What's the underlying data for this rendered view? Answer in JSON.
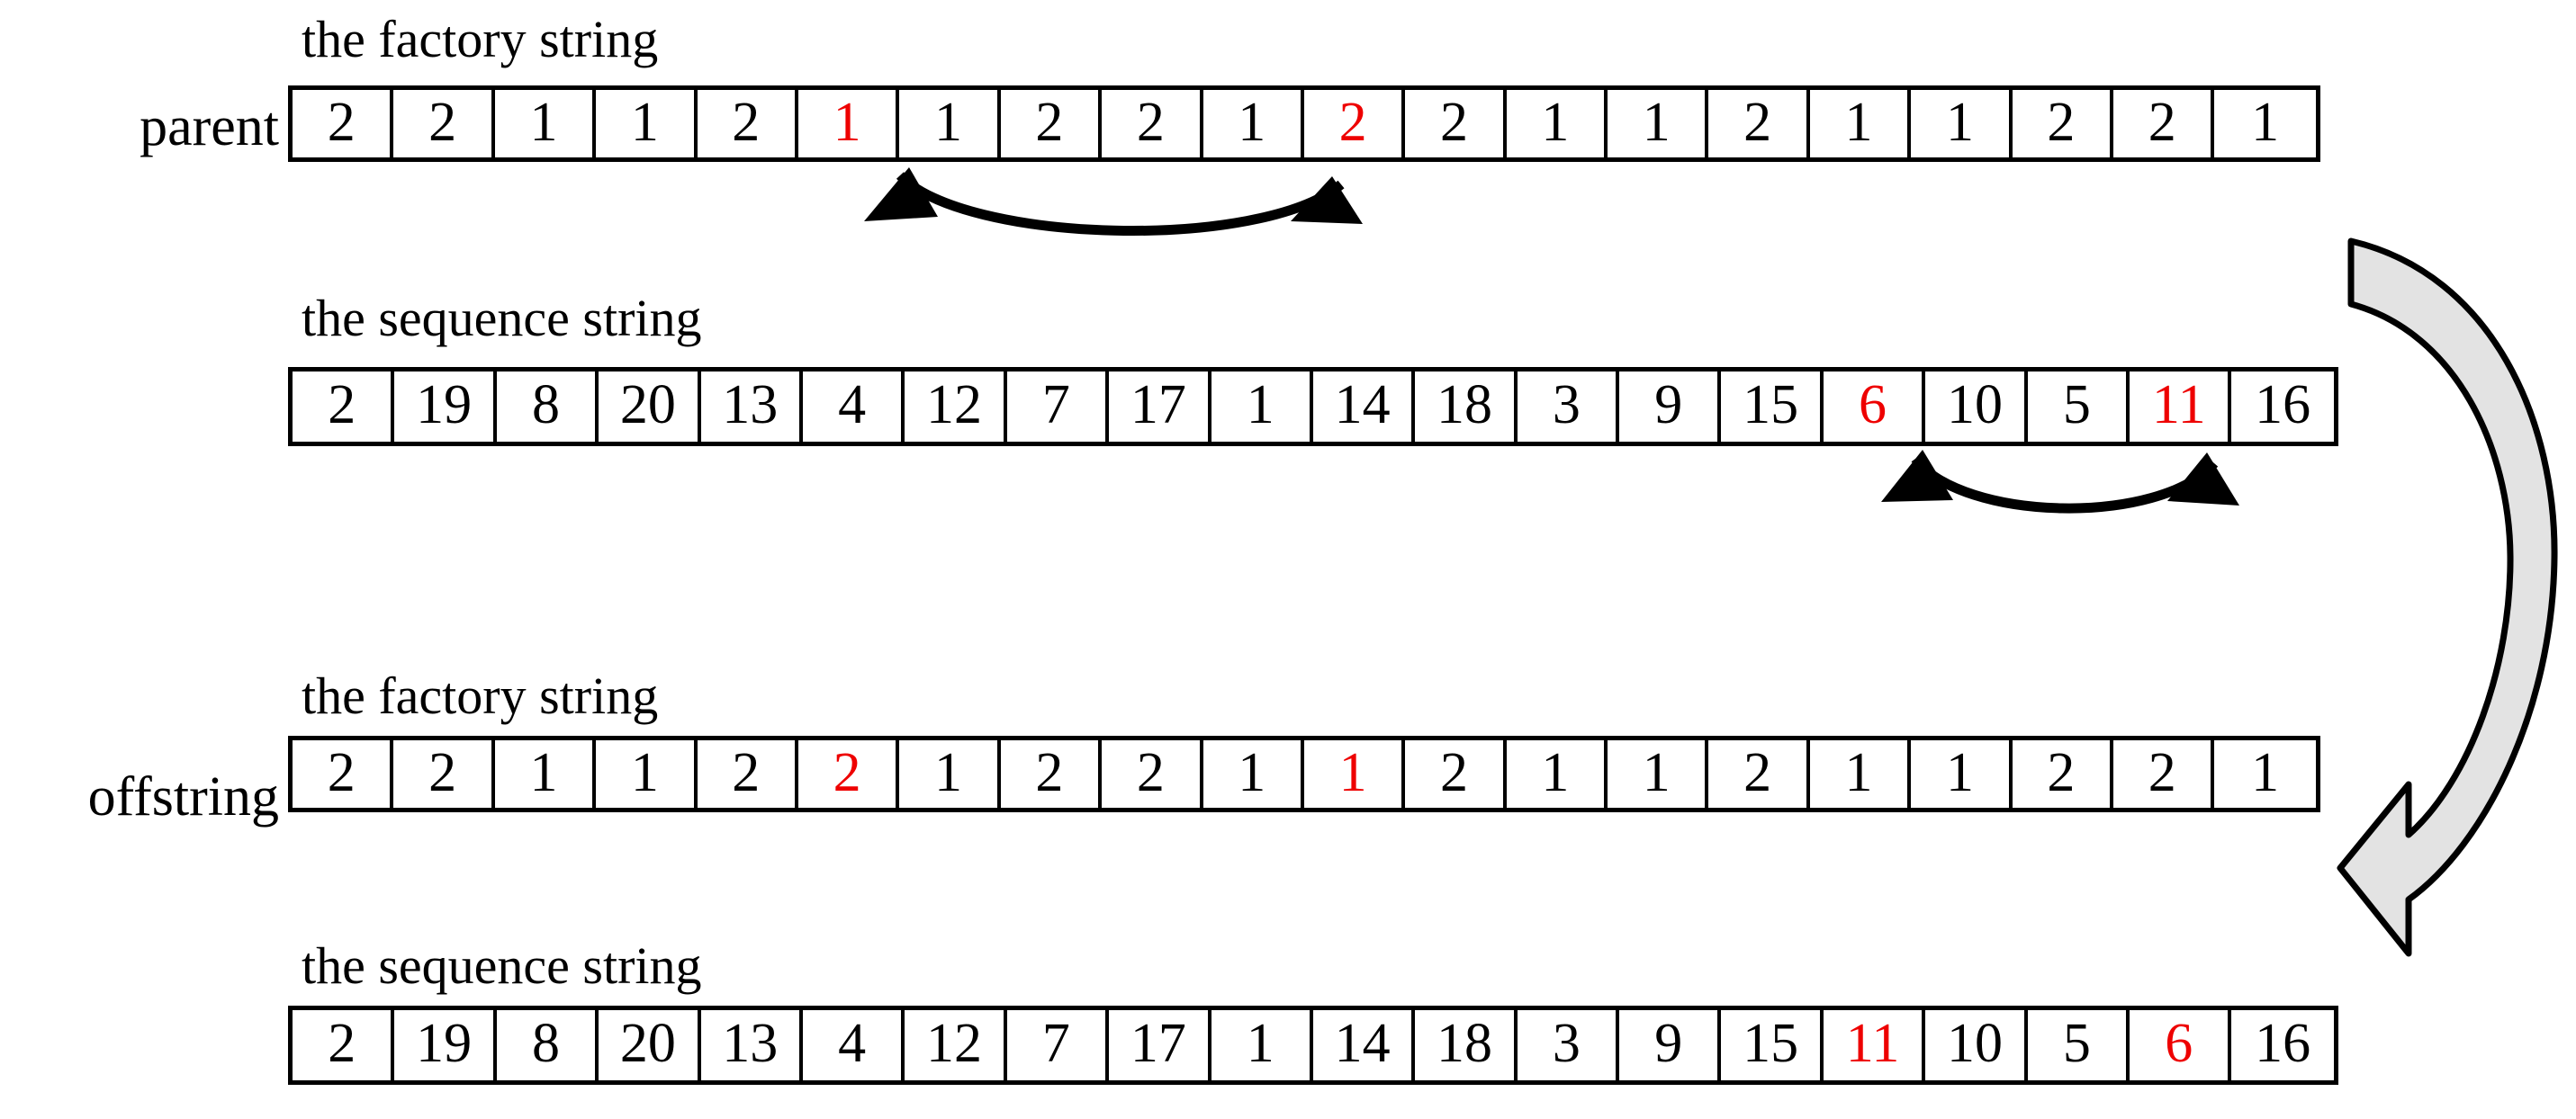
{
  "figure": {
    "caption_factory": "the factory string",
    "caption_sequence": "the sequence string"
  },
  "colors": {
    "highlight": "#ee0000",
    "line": "#000000",
    "big_arrow_fill": "#e3e3e3"
  },
  "blocks": {
    "parent": {
      "label": "parent",
      "factory": {
        "caption": "the factory string",
        "values": [
          "2",
          "2",
          "1",
          "1",
          "2",
          "1",
          "1",
          "2",
          "2",
          "1",
          "2",
          "2",
          "1",
          "1",
          "2",
          "1",
          "1",
          "2",
          "2",
          "1"
        ],
        "highlighted_indices": [
          5,
          10
        ],
        "swap_arrow": {
          "from_index": 10,
          "to_index": 5,
          "direction": "bidirectional"
        }
      },
      "sequence": {
        "caption": "the sequence string",
        "values": [
          "2",
          "19",
          "8",
          "20",
          "13",
          "4",
          "12",
          "7",
          "17",
          "1",
          "14",
          "18",
          "3",
          "9",
          "15",
          "6",
          "10",
          "5",
          "11",
          "16"
        ],
        "highlighted_indices": [
          15,
          18
        ],
        "swap_arrow": {
          "from_index": 18,
          "to_index": 15,
          "direction": "bidirectional"
        }
      }
    },
    "offstring": {
      "label": "offstring",
      "factory": {
        "caption": "the factory string",
        "values": [
          "2",
          "2",
          "1",
          "1",
          "2",
          "2",
          "1",
          "2",
          "2",
          "1",
          "1",
          "2",
          "1",
          "1",
          "2",
          "1",
          "1",
          "2",
          "2",
          "1"
        ],
        "highlighted_indices": [
          5,
          10
        ],
        "swap_arrow": null
      },
      "sequence": {
        "caption": "the sequence string",
        "values": [
          "2",
          "19",
          "8",
          "20",
          "13",
          "4",
          "12",
          "7",
          "17",
          "1",
          "14",
          "18",
          "3",
          "9",
          "15",
          "11",
          "10",
          "5",
          "6",
          "16"
        ],
        "highlighted_indices": [
          15,
          18
        ],
        "swap_arrow": null
      }
    }
  },
  "transform_arrow": {
    "name": "mutation-flow-arrow",
    "direction": "parent-to-offstring"
  }
}
